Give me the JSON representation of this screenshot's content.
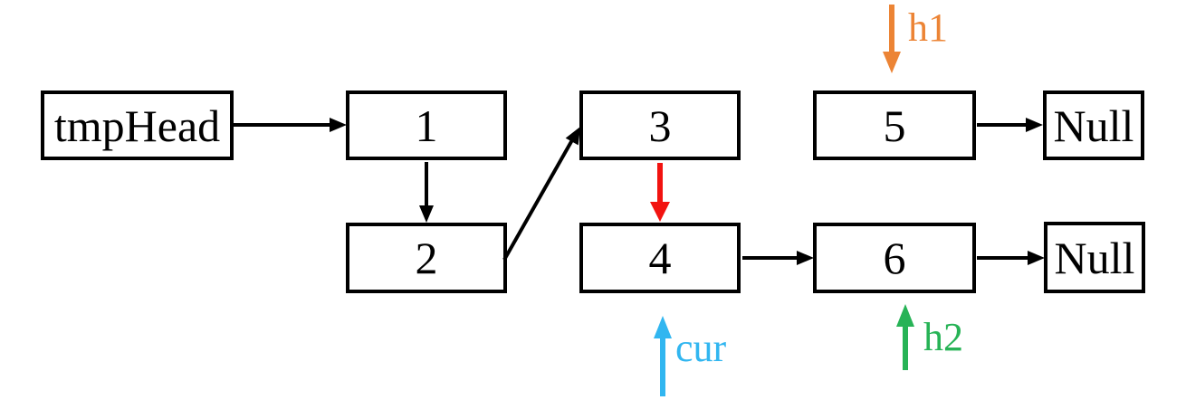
{
  "colors": {
    "node_border": "#000000",
    "edge_black": "#000000",
    "edge_red": "#F21310",
    "pointer_orange": "#EC8435",
    "pointer_cyan": "#31B6F0",
    "pointer_green": "#27B356"
  },
  "nodes": [
    {
      "id": "tmphead",
      "label": "tmpHead"
    },
    {
      "id": "1",
      "label": "1"
    },
    {
      "id": "2",
      "label": "2"
    },
    {
      "id": "3",
      "label": "3"
    },
    {
      "id": "4",
      "label": "4"
    },
    {
      "id": "5",
      "label": "5"
    },
    {
      "id": "6",
      "label": "6"
    },
    {
      "id": "null-top",
      "label": "Null"
    },
    {
      "id": "null-bottom",
      "label": "Null"
    }
  ],
  "edges": [
    {
      "from": "tmpHead",
      "to": "1",
      "color": "#000000"
    },
    {
      "from": "1",
      "to": "2",
      "color": "#000000"
    },
    {
      "from": "2",
      "to": "3",
      "color": "#000000"
    },
    {
      "from": "3",
      "to": "4",
      "color": "#F21310"
    },
    {
      "from": "4",
      "to": "6",
      "color": "#000000"
    },
    {
      "from": "5",
      "to": "Null",
      "color": "#000000"
    },
    {
      "from": "6",
      "to": "Null",
      "color": "#000000"
    }
  ],
  "pointers": [
    {
      "label": "h1",
      "color": "#EC8435",
      "direction": "down",
      "points_to": "5"
    },
    {
      "label": "cur",
      "color": "#31B6F0",
      "direction": "up",
      "points_to": "4"
    },
    {
      "label": "h2",
      "color": "#27B356",
      "direction": "up",
      "points_to": "6"
    }
  ]
}
